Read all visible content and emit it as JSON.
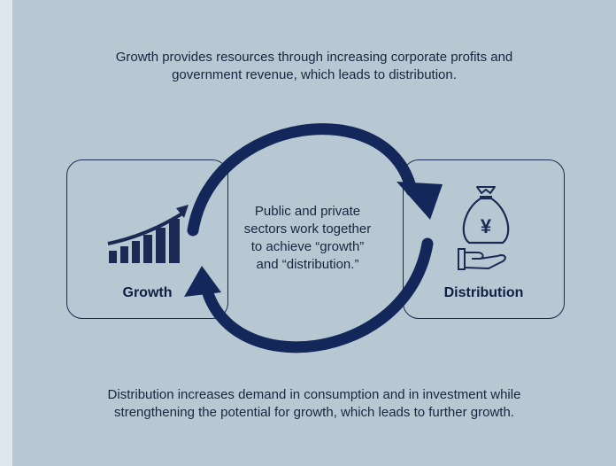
{
  "top_caption": "Growth provides resources through increasing corporate profits and government revenue, which leads to distribution.",
  "center_text": "Public and private sectors work together to achieve “growth” and “distribution.”",
  "bottom_caption": "Distribution increases demand in consumption and in investment while strengthening the potential for growth, which leads to further growth.",
  "growth_card": {
    "label": "Growth",
    "icon": "growth-chart-icon"
  },
  "distribution_card": {
    "label": "Distribution",
    "icon": "yen-bag-hand-icon"
  },
  "colors": {
    "background": "#b8c8d2",
    "navy": "#1a2a55",
    "text": "#1a2440"
  }
}
